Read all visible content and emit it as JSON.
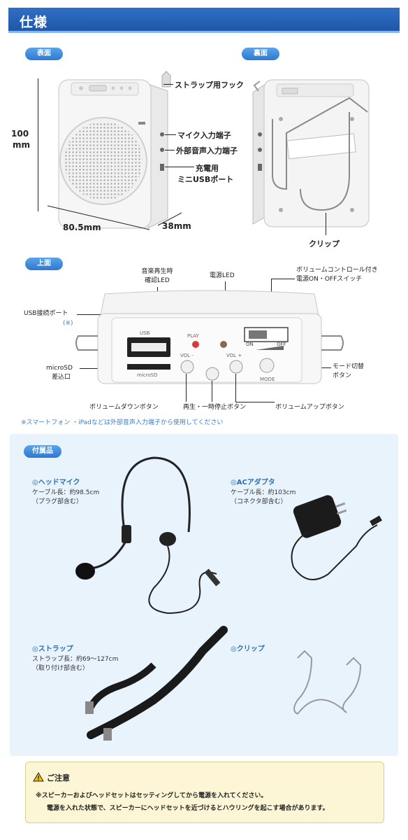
{
  "header": {
    "title": "仕様"
  },
  "front": {
    "tag": "表面",
    "height_dim": [
      "100",
      "mm"
    ],
    "width_dim": "80.5mm",
    "depth_dim": "38mm",
    "labels": {
      "strap_hook": "ストラップ用フック",
      "mic_input": "マイク入力端子",
      "ext_audio_input": "外部音声入力端子",
      "charging_port": [
        "充電用",
        "ミニUSBポート"
      ]
    }
  },
  "back": {
    "tag": "裏面",
    "clip_label": "クリップ"
  },
  "top": {
    "tag": "上面",
    "labels": {
      "music_led": [
        "音楽再生時",
        "確認LED"
      ],
      "power_led": "電源LED",
      "volume_switch": [
        "ボリュームコントロール付き",
        "電源ON・OFFスイッチ"
      ],
      "usb_port": [
        "USB接続ポート",
        "(※)"
      ],
      "microsd": [
        "microSD",
        "差込口"
      ],
      "mode_switch": [
        "モード切替",
        "ボタン"
      ],
      "volume_down": "ボリュームダウンボタン",
      "play_pause": "再生・一時停止ボタン",
      "volume_up": "ボリュームアップボタン"
    },
    "device_text": {
      "usb": "USB",
      "microsd": "microSD",
      "play": "PLAY",
      "vol_minus": "VOL -",
      "vol_plus": "VOL +",
      "on": "ON",
      "off": "OFF",
      "mode": "MODE"
    },
    "footnote": "※スマートフォン ・iPadなどは外部音声入力端子から使用してください"
  },
  "accessories": {
    "tag": "付属品",
    "items": [
      {
        "title": "◎ヘッドマイク",
        "desc": [
          "ケーブル長：約98.5cm",
          "（プラグ部含む）"
        ]
      },
      {
        "title": "◎ACアダプタ",
        "desc": [
          "ケーブル長：約103cm",
          "（コネクタ部含む）"
        ]
      },
      {
        "title": "◎ストラップ",
        "desc": [
          "ストラップ長：約69～127cm",
          "（取り付け部含む）"
        ]
      },
      {
        "title": "◎クリップ",
        "desc": []
      }
    ]
  },
  "notice": {
    "title": "ご注意",
    "lines": [
      "※スピーカーおよびヘッドセットはセッティングしてから電源を入れてください。",
      "電源を入れた状態で、スピーカーにヘッドセットを近づけるとハウリングを起こす場合があります。"
    ]
  },
  "colors": {
    "header_blue": "#1f56a8",
    "tag_blue": "#2f79cf",
    "accessory_bg": "#e8f3fb",
    "accessory_title": "#2a6fb5",
    "notice_bg": "#fcf6d6",
    "led_red": "#d63b3b",
    "footnote_blue": "#3a7fd0"
  }
}
